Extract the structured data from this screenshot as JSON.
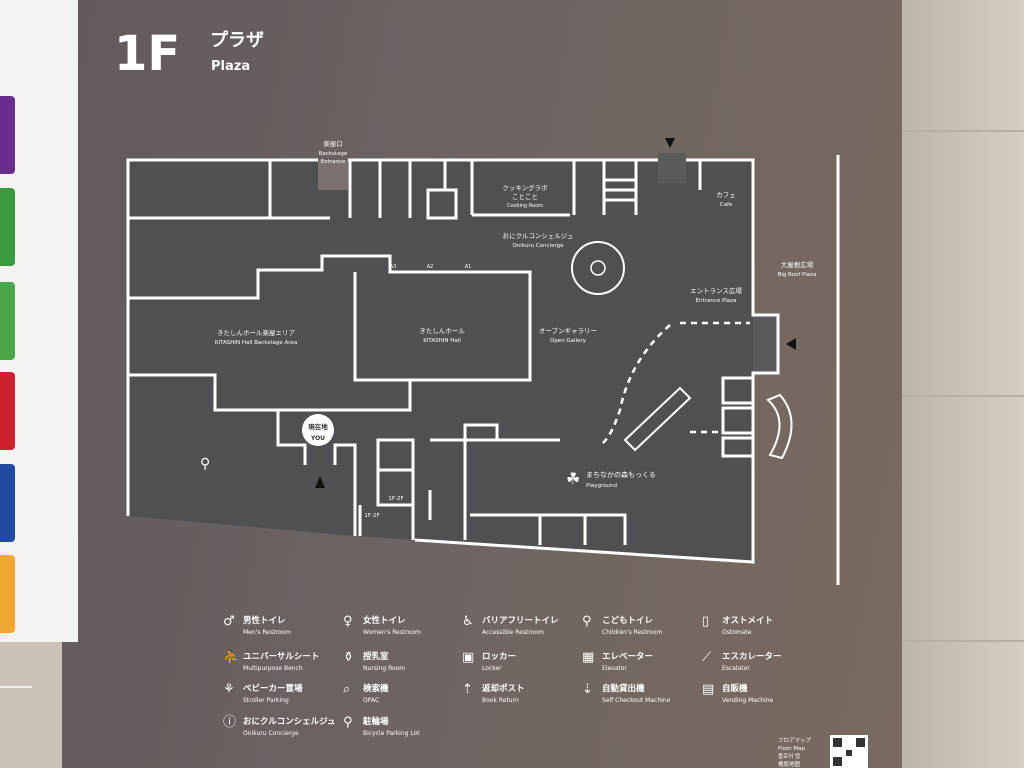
{
  "title": {
    "floor": "1F",
    "name_jp": "プラザ",
    "name_en": "Plaza"
  },
  "rooms": {
    "backstage_entrance": {
      "jp": "楽屋口",
      "en1": "Backstage",
      "en2": "Entrance"
    },
    "cooking": {
      "jp1": "クッキングラボ",
      "jp2": "ことこと",
      "en": "Cooking Room"
    },
    "cafe": {
      "jp": "カフェ",
      "en": "Cafe"
    },
    "concierge": {
      "jp": "おにクルコンシェルジュ",
      "en": "Onikuru Concierge"
    },
    "big_roof": {
      "jp": "大屋根広場",
      "en": "Big Roof Plaza"
    },
    "entrance_plaza": {
      "jp": "エントランス広場",
      "en": "Entrance Plaza"
    },
    "backstage_area": {
      "jp": "きたしんホール楽屋エリア",
      "en": "KITASHIN Hall Backstage Area"
    },
    "hall": {
      "jp": "きたしんホール",
      "en": "KITASHIN Hall"
    },
    "gallery": {
      "jp": "オープンギャラリー",
      "en": "Open Gallery"
    },
    "playground": {
      "jp": "まちなかの森もっくる",
      "en": "Playground"
    },
    "you": {
      "jp": "現在地",
      "en": "YOU"
    },
    "doors": [
      "A3",
      "A2",
      "A1"
    ],
    "elevator_label": "1F-2F",
    "stairs_label": "1F-2F"
  },
  "legend": [
    {
      "icon": "mens-restroom-icon",
      "glyph": "♂",
      "jp": "男性トイレ",
      "en": "Men's Restroom"
    },
    {
      "icon": "womens-restroom-icon",
      "glyph": "♀",
      "jp": "女性トイレ",
      "en": "Women's Restroom"
    },
    {
      "icon": "accessible-restroom-icon",
      "glyph": "♿",
      "jp": "バリアフリートイレ",
      "en": "Accessible Restroom"
    },
    {
      "icon": "childrens-restroom-icon",
      "glyph": "⚲",
      "jp": "こどもトイレ",
      "en": "Children's Restroom"
    },
    {
      "icon": "ostomate-icon",
      "glyph": "▯",
      "jp": "オストメイト",
      "en": "Ostomate"
    },
    {
      "icon": "bench-icon",
      "glyph": "⛹",
      "jp": "ユニバーサルシート",
      "en": "Multipurpose Bench"
    },
    {
      "icon": "nursing-icon",
      "glyph": "⚱",
      "jp": "授乳室",
      "en": "Nursing Room"
    },
    {
      "icon": "locker-icon",
      "glyph": "▣",
      "jp": "ロッカー",
      "en": "Locker"
    },
    {
      "icon": "elevator-icon",
      "glyph": "▦",
      "jp": "エレベーター",
      "en": "Elevator"
    },
    {
      "icon": "escalator-icon",
      "glyph": "⟋",
      "jp": "エスカレーター",
      "en": "Escalator"
    },
    {
      "icon": "stroller-icon",
      "glyph": "⚘",
      "jp": "ベビーカー置場",
      "en": "Stroller Parking"
    },
    {
      "icon": "opac-icon",
      "glyph": "⌕",
      "jp": "検索機",
      "en": "OPAC"
    },
    {
      "icon": "book-return-icon",
      "glyph": "⇡",
      "jp": "返却ポスト",
      "en": "Book Return"
    },
    {
      "icon": "self-checkout-icon",
      "glyph": "⇣",
      "jp": "自動貸出機",
      "en": "Self Checkout Machine"
    },
    {
      "icon": "vending-icon",
      "glyph": "▤",
      "jp": "自販機",
      "en": "Vending Machine"
    },
    {
      "icon": "concierge-icon",
      "glyph": "ⓘ",
      "jp": "おにクルコンシェルジュ",
      "en": "Onikuru Concierge"
    },
    {
      "icon": "bicycle-icon",
      "glyph": "⚲",
      "jp": "駐輪場",
      "en": "Bicycle Parking Lot"
    }
  ],
  "floor_map": {
    "jp": "フロアマップ",
    "en": "Floor Map",
    "ko": "플로어 맵",
    "zh": "楼层地图"
  },
  "colors": {
    "sign": "#6a6260",
    "floor": "#4f5053",
    "tabs": [
      "#6a2f8e",
      "#3a9a3e",
      "#4aa84a",
      "#cf2030",
      "#1f4aa0",
      "#f0a830"
    ]
  }
}
